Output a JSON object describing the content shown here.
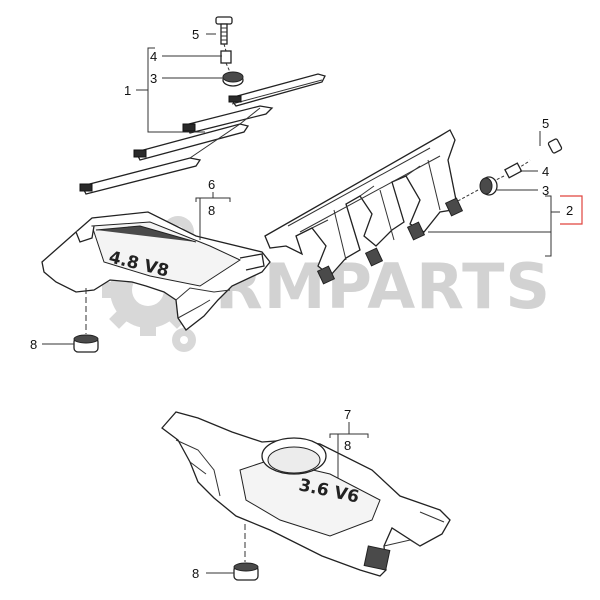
{
  "diagram": {
    "watermark": "RMPARTS",
    "engravings": {
      "cover_v8": "4.8 V8",
      "cover_v6": "3.6 V6"
    },
    "callouts": {
      "c1": "1",
      "c2": "2",
      "c3a": "3",
      "c3b": "3",
      "c4a": "4",
      "c4b": "4",
      "c5a": "5",
      "c5b": "5",
      "c6": "6",
      "c7": "7",
      "c8a": "8",
      "c8b": "8",
      "c8c": "8",
      "c8d": "8"
    },
    "colors": {
      "highlight": "#e0443e",
      "watermark": "#d2d2d2"
    }
  }
}
